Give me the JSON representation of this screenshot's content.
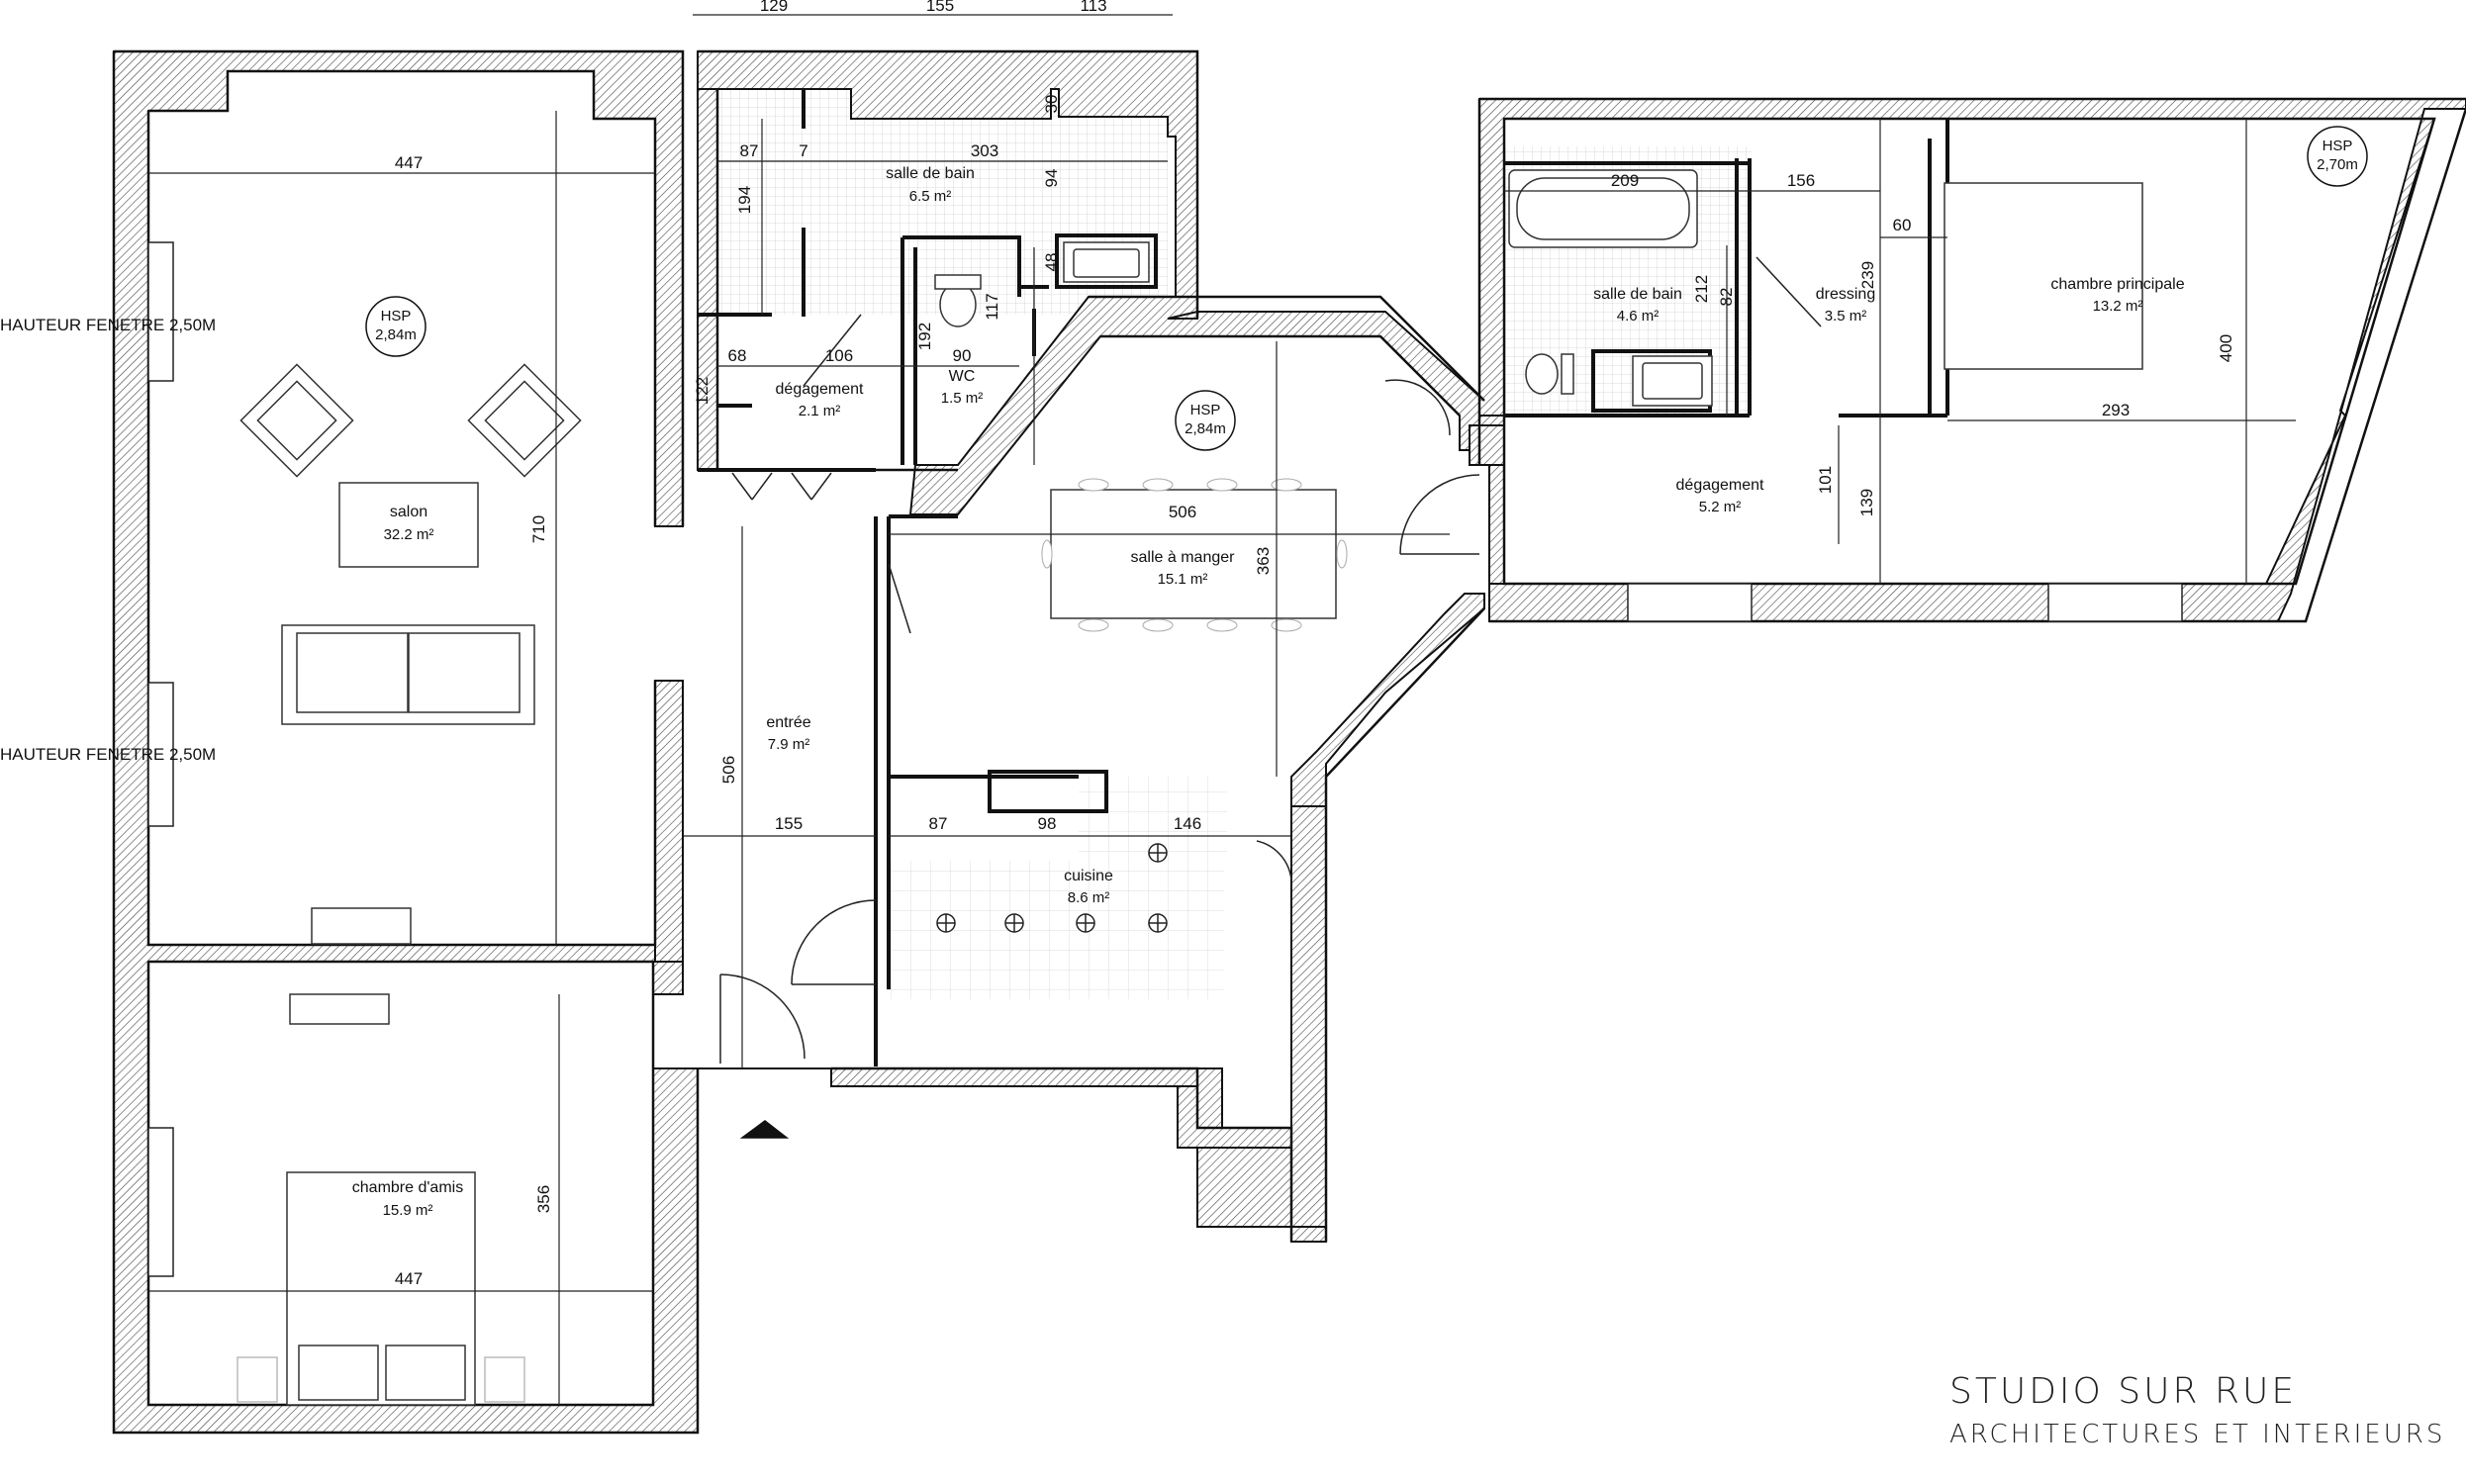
{
  "rooms": {
    "salon": {
      "name": "salon",
      "area": "32.2 m²"
    },
    "sdb1": {
      "name": "salle de bain",
      "area": "6.5 m²"
    },
    "deg1": {
      "name": "dégagement",
      "area": "2.1 m²"
    },
    "wc": {
      "name": "WC",
      "area": "1.5 m²"
    },
    "sam": {
      "name": "salle à manger",
      "area": "15.1 m²"
    },
    "entree": {
      "name": "entrée",
      "area": "7.9 m²"
    },
    "cuisine": {
      "name": "cuisine",
      "area": "8.6 m²"
    },
    "amis": {
      "name": "chambre d'amis",
      "area": "15.9 m²"
    },
    "sdb2": {
      "name": "salle de bain",
      "area": "4.6 m²"
    },
    "dressing": {
      "name": "dressing",
      "area": "3.5 m²"
    },
    "chambre": {
      "name": "chambre principale",
      "area": "13.2 m²"
    },
    "deg2": {
      "name": "dégagement",
      "area": "5.2 m²"
    }
  },
  "hsp": {
    "salon": {
      "label": "HSP",
      "value": "2,84m"
    },
    "sam": {
      "label": "HSP",
      "value": "2,84m"
    },
    "chambre": {
      "label": "HSP",
      "value": "2,70m"
    }
  },
  "notes": {
    "window1": "HAUTEUR FENETRE 2,50M",
    "window2": "HAUTEUR FENETRE 2,50M"
  },
  "dimensions": {
    "top1": "129",
    "top2": "155",
    "top3": "113",
    "salon_w": "447",
    "salon_h": "710",
    "sdb_w1": "87",
    "sdb_w2": "7",
    "sdb_w3": "303",
    "sdb_h1": "194",
    "sdb_h2": "94",
    "sdb_h3": "30",
    "sdb_h4": "48",
    "deg_w1": "68",
    "deg_w2": "106",
    "deg_h": "122",
    "wc_w": "90",
    "wc_h1": "192",
    "wc_h2": "117",
    "sam_w": "506",
    "sam_h": "363",
    "entree_h": "506",
    "entree_w": "155",
    "cui_w1": "87",
    "cui_w2": "98",
    "cui_w3": "146",
    "amis_w": "447",
    "amis_h": "356",
    "sdb2_w": "209",
    "sdb2_h1": "212",
    "sdb2_h2": "82",
    "dr_w": "156",
    "dr_h": "239",
    "dr_w2": "60",
    "ch_h": "400",
    "ch_w": "293",
    "deg2_h1": "101",
    "deg2_h2": "139"
  },
  "brand": {
    "name": "STUDIO SUR RUE",
    "tagline": "ARCHITECTURES ET INTERIEURS"
  }
}
